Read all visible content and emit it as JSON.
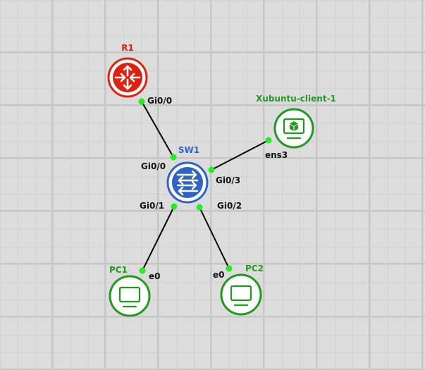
{
  "colors": {
    "router": "#dd2211",
    "switch": "#2f63c4",
    "host": "#1f9a1f",
    "port_dot": "#22ee22"
  },
  "nodes": {
    "r1": {
      "label": "R1",
      "icon": "router-icon",
      "color": "#dd2211"
    },
    "sw1": {
      "label": "SW1",
      "icon": "switch-icon",
      "color": "#2f63c4"
    },
    "xubuntu": {
      "label": "Xubuntu-client-1",
      "icon": "vm-console-icon",
      "color": "#1f9a1f"
    },
    "pc1": {
      "label": "PC1",
      "icon": "vpcs-icon",
      "color": "#1f9a1f"
    },
    "pc2": {
      "label": "PC2",
      "icon": "vpcs-icon",
      "color": "#1f9a1f"
    }
  },
  "links": [
    {
      "name": "r1-sw1",
      "a": "Gi0/0",
      "b": "Gi0/0"
    },
    {
      "name": "sw1-xubuntu",
      "a": "Gi0/3",
      "b": "ens3"
    },
    {
      "name": "sw1-pc1",
      "a": "Gi0/1",
      "b": "e0"
    },
    {
      "name": "sw1-pc2",
      "a": "Gi0/2",
      "b": "e0"
    }
  ]
}
